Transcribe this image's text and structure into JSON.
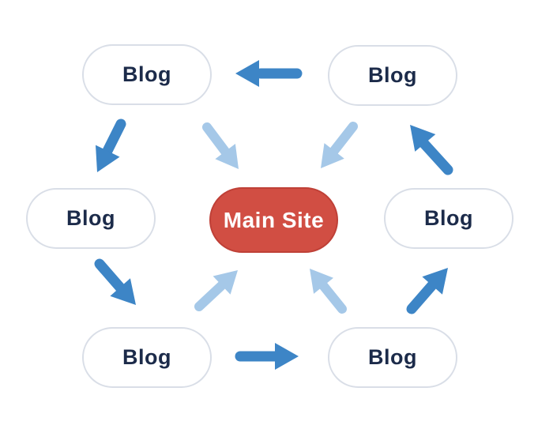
{
  "diagram": {
    "center": {
      "label": "Main Site"
    },
    "blogs": [
      {
        "id": "blog-top-left",
        "label": "Blog"
      },
      {
        "id": "blog-top-right",
        "label": "Blog"
      },
      {
        "id": "blog-mid-left",
        "label": "Blog"
      },
      {
        "id": "blog-mid-right",
        "label": "Blog"
      },
      {
        "id": "blog-bottom-left",
        "label": "Blog"
      },
      {
        "id": "blog-bottom-right",
        "label": "Blog"
      }
    ],
    "connections": [
      {
        "from": "blog-top-right",
        "to": "blog-top-left",
        "style": "dark"
      },
      {
        "from": "blog-top-left",
        "to": "blog-mid-left",
        "style": "dark"
      },
      {
        "from": "blog-mid-left",
        "to": "blog-bottom-left",
        "style": "dark"
      },
      {
        "from": "blog-bottom-left",
        "to": "blog-bottom-right",
        "style": "dark"
      },
      {
        "from": "blog-bottom-right",
        "to": "blog-mid-right",
        "style": "dark"
      },
      {
        "from": "blog-mid-right",
        "to": "blog-top-right",
        "style": "dark"
      },
      {
        "from": "blog-top-left",
        "to": "main-site",
        "style": "light"
      },
      {
        "from": "blog-top-right",
        "to": "main-site",
        "style": "light"
      },
      {
        "from": "blog-bottom-left",
        "to": "main-site",
        "style": "light"
      },
      {
        "from": "blog-bottom-right",
        "to": "main-site",
        "style": "light"
      }
    ]
  },
  "colors": {
    "arrow_dark": "#3d85c6",
    "arrow_light": "#a5c8e8",
    "main_site_fill": "#d14e43",
    "main_site_border": "#bf4037",
    "node_fill": "#ffffff",
    "node_border": "#d9dee7",
    "node_text": "#1c2b4a",
    "center_text": "#ffffff",
    "background": "#ffffff"
  }
}
